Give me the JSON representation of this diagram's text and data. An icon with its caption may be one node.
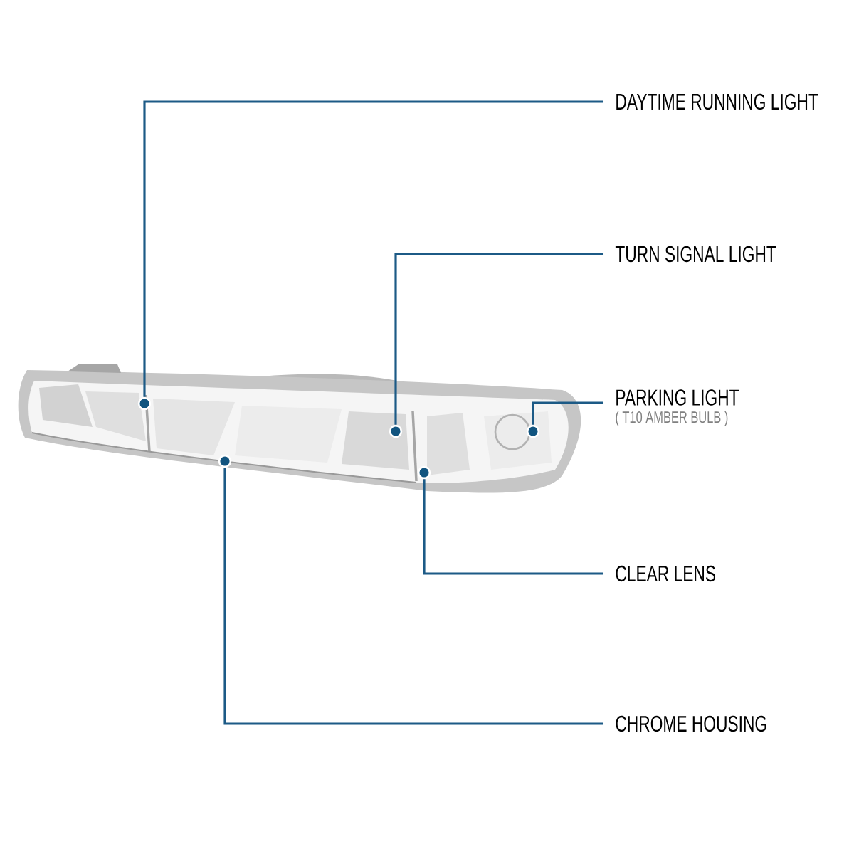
{
  "diagram": {
    "nodes": [
      {
        "text": [
          "DAYTIME RUNNING LIGHT"
        ]
      },
      {
        "text": [
          "TURN SIGNAL LIGHT"
        ]
      },
      {
        "text": [
          "PARKING LIGHT",
          "( T10 AMBER BULB )"
        ]
      },
      {
        "text": [
          "CLEAR LENS"
        ]
      },
      {
        "text": [
          "CHROME HOUSING"
        ]
      },
      {
        "text": [],
        "shape": "circle"
      },
      {
        "text": [],
        "shape": "circle"
      },
      {
        "text": [],
        "shape": "circle"
      },
      {
        "text": [],
        "shape": "circle"
      },
      {
        "text": [],
        "shape": "circle"
      }
    ],
    "edges": [
      {
        "from": 0,
        "to": 5,
        "arrow": "none"
      },
      {
        "from": 1,
        "to": 7,
        "arrow": "none"
      },
      {
        "from": 2,
        "to": 9,
        "arrow": "none"
      },
      {
        "from": 3,
        "to": 8,
        "arrow": "none"
      },
      {
        "from": 4,
        "to": 6,
        "arrow": "none"
      }
    ]
  }
}
